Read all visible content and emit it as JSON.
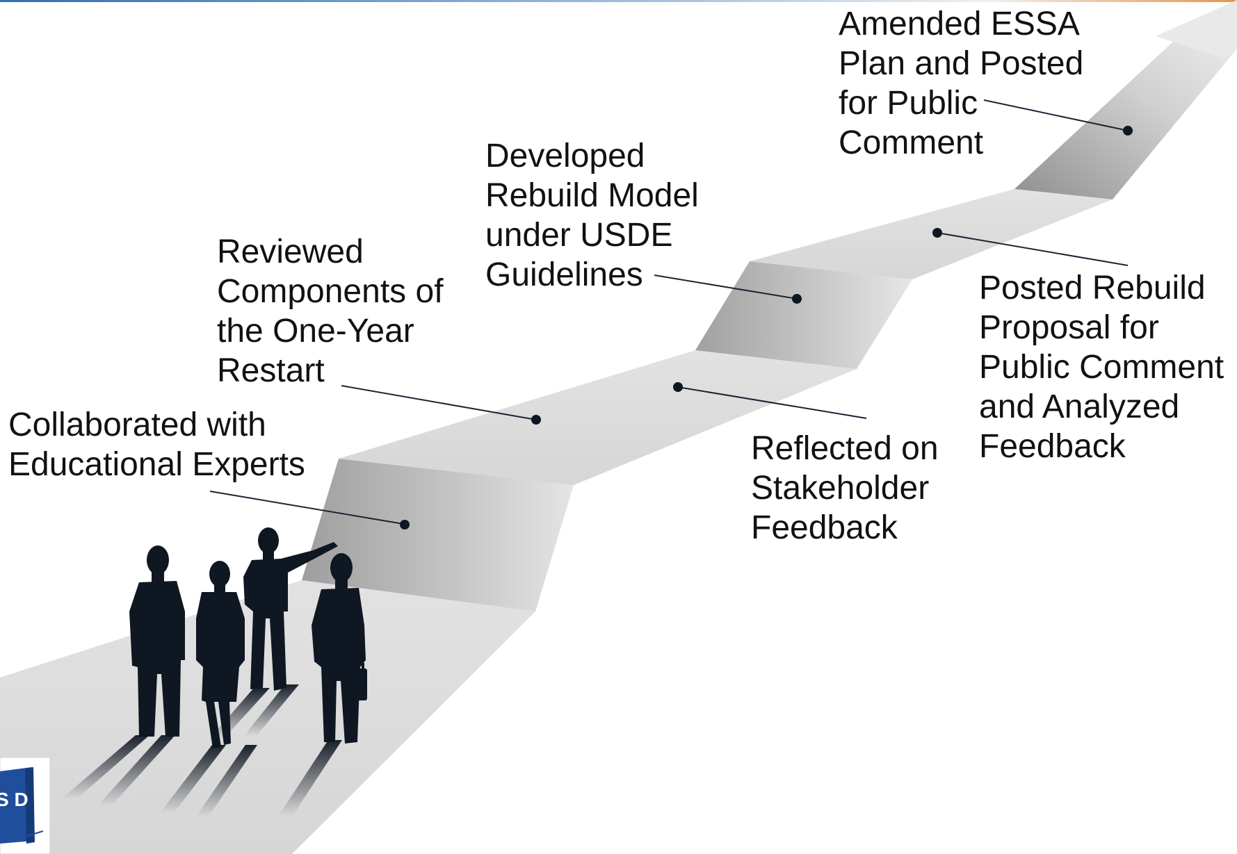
{
  "steps": [
    {
      "label": "Collaborated with\nEducational Experts"
    },
    {
      "label": "Reviewed\nComponents of\nthe One-Year\nRestart"
    },
    {
      "label": "Developed\nRebuild Model\nunder USDE\nGuidelines"
    },
    {
      "label": "Amended ESSA\nPlan and Posted\nfor Public\nComment"
    },
    {
      "label": "Reflected on\nStakeholder\nFeedback"
    },
    {
      "label": "Posted Rebuild\nProposal for\nPublic Comment\nand Analyzed\nFeedback"
    }
  ],
  "logo": {
    "letters": "S D"
  },
  "colors": {
    "path_light": "#d9d9d9",
    "riser_dark": "#9a9a9a",
    "silhouette": "#0f1722",
    "leader": "#1a2433",
    "logo_blue": "#1f4e9c"
  },
  "icons": [
    "people-silhouette-icon",
    "briefcase-icon",
    "arrow-head-icon",
    "logo-icon"
  ]
}
